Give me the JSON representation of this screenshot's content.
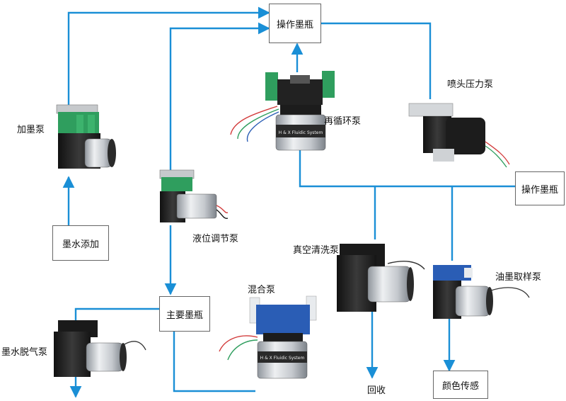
{
  "boxes": {
    "operation_bottle_top": "操作墨瓶",
    "operation_bottle_right": "操作墨瓶",
    "ink_add": "墨水添加",
    "main_bottle": "主要墨瓶",
    "recovery": "回收",
    "color_sensing": "颜色传感"
  },
  "pumps": {
    "ink_feed": "加墨泵",
    "recirculation": "再循环泵",
    "nozzle_pressure": "喷头压力泵",
    "level_adjust": "液位调节泵",
    "vacuum_cleaning": "真空清洗泵",
    "oil_sampling": "油墨取样泵",
    "mixing": "混合泵",
    "degassing": "墨水脱气泵"
  },
  "pump_body_text": "H & X Fluidic System",
  "colors": {
    "flow_line": "#1a8fd6",
    "pump_green": "#2f9e5e",
    "pump_blue": "#2a5db5",
    "pump_black": "#1c1c1c",
    "motor_silver": "#c9cdd2"
  }
}
